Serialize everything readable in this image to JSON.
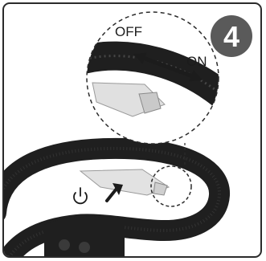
{
  "step": {
    "number": "4"
  },
  "switch": {
    "off_label": "OFF",
    "on_label": "ON"
  },
  "colors": {
    "frame": "#2b2b2b",
    "handle": "#1f1f1f",
    "switch": "#dedede",
    "step_badge": "#5a5a5a"
  },
  "icons": [
    "power-icon",
    "push-arrow-icon",
    "double-arrow-icon"
  ]
}
